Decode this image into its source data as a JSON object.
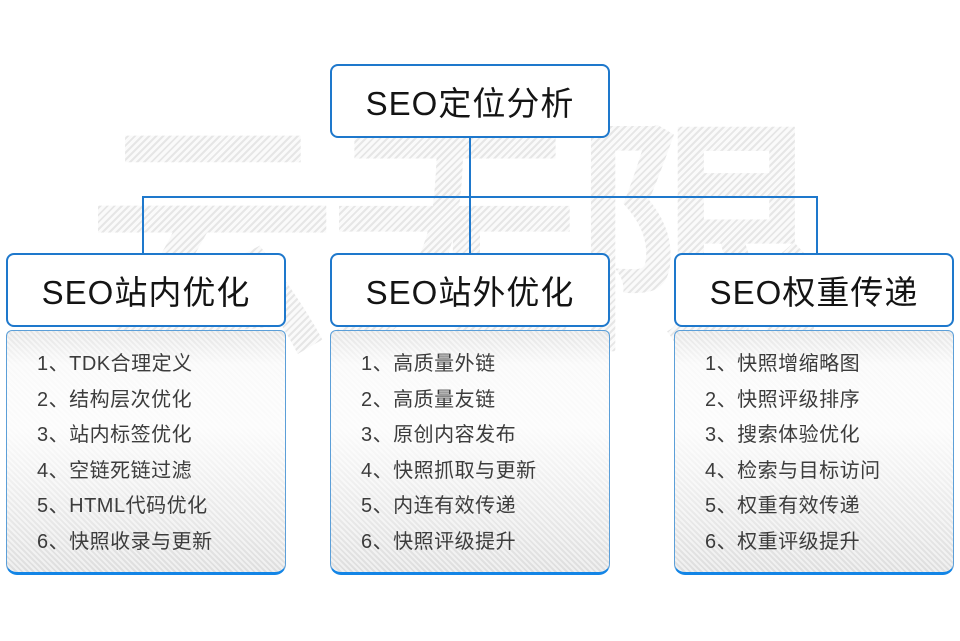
{
  "root": {
    "title": "SEO定位分析"
  },
  "watermark": {
    "text": "云无限"
  },
  "columns": [
    {
      "title": "SEO站内优化",
      "items": [
        "1、TDK合理定义",
        "2、结构层次优化",
        "3、站内标签优化",
        "4、空链死链过滤",
        "5、HTML代码优化",
        "6、快照收录与更新"
      ]
    },
    {
      "title": "SEO站外优化",
      "items": [
        "1、高质量外链",
        "2、高质量友链",
        "3、原创内容发布",
        "4、快照抓取与更新",
        "5、内连有效传递",
        "6、快照评级提升"
      ]
    },
    {
      "title": "SEO权重传递",
      "items": [
        "1、快照增缩略图",
        "2、快照评级排序",
        "3、搜索体验优化",
        "4、检索与目标访问",
        "5、权重有效传递",
        "6、权重评级提升"
      ]
    }
  ],
  "palette": {
    "line_blue": "#1e78cc",
    "accent_blue": "#1385e6",
    "watermark_gray": "#e9e9e9",
    "text_dark": "#3c3c3c"
  }
}
